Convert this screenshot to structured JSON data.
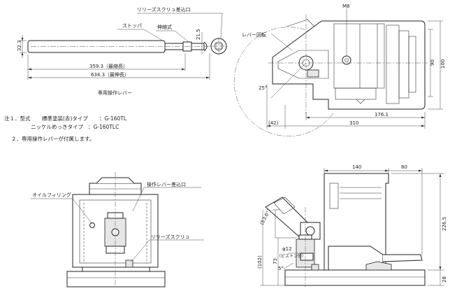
{
  "lever": {
    "release_screw_slot_label": "リリーズスクリュ差込口",
    "stopper_label": "ストッパ",
    "telescopic_label": "伸縮式",
    "dim_height": "32.3",
    "dim_width": "21.5",
    "dim_shortest": "359.3（最縮長）",
    "dim_longest": "634.3（最伸長）",
    "caption": "専用操作レバー"
  },
  "top_view": {
    "m8_label": "M8",
    "lever_pivot_label": "レバー回転",
    "angle": "25°",
    "dim_90": "90",
    "dim_100": "100",
    "dim_1761": "176.1",
    "dim_42": "(42)",
    "dim_310": "310"
  },
  "notes": {
    "note1_prefix": "注１．型式",
    "note1_line1_desc": "標準塗装(赤)タイプ",
    "note1_line1_model": "：G-160TL",
    "note1_line2_desc": "ニッケルめっきタイプ",
    "note1_line2_model": "：G-160TLC",
    "note2": "２．専用操作レバーが付属します。"
  },
  "front_view": {
    "oil_filling_label": "オイルフィリング",
    "lever_slot_label": "操作レバー差込口",
    "release_screw_label": "リリーズスクリュ"
  },
  "side_view": {
    "dim_140": "140",
    "dim_80": "80",
    "dim_2265": "226.5",
    "dim_28": "28",
    "angle_536": "(53.6°)",
    "phi12": "φ12",
    "piston_note": "（ピストン径）",
    "dim_102": "(102)",
    "dim_73": "73",
    "angle_5": "5°"
  }
}
